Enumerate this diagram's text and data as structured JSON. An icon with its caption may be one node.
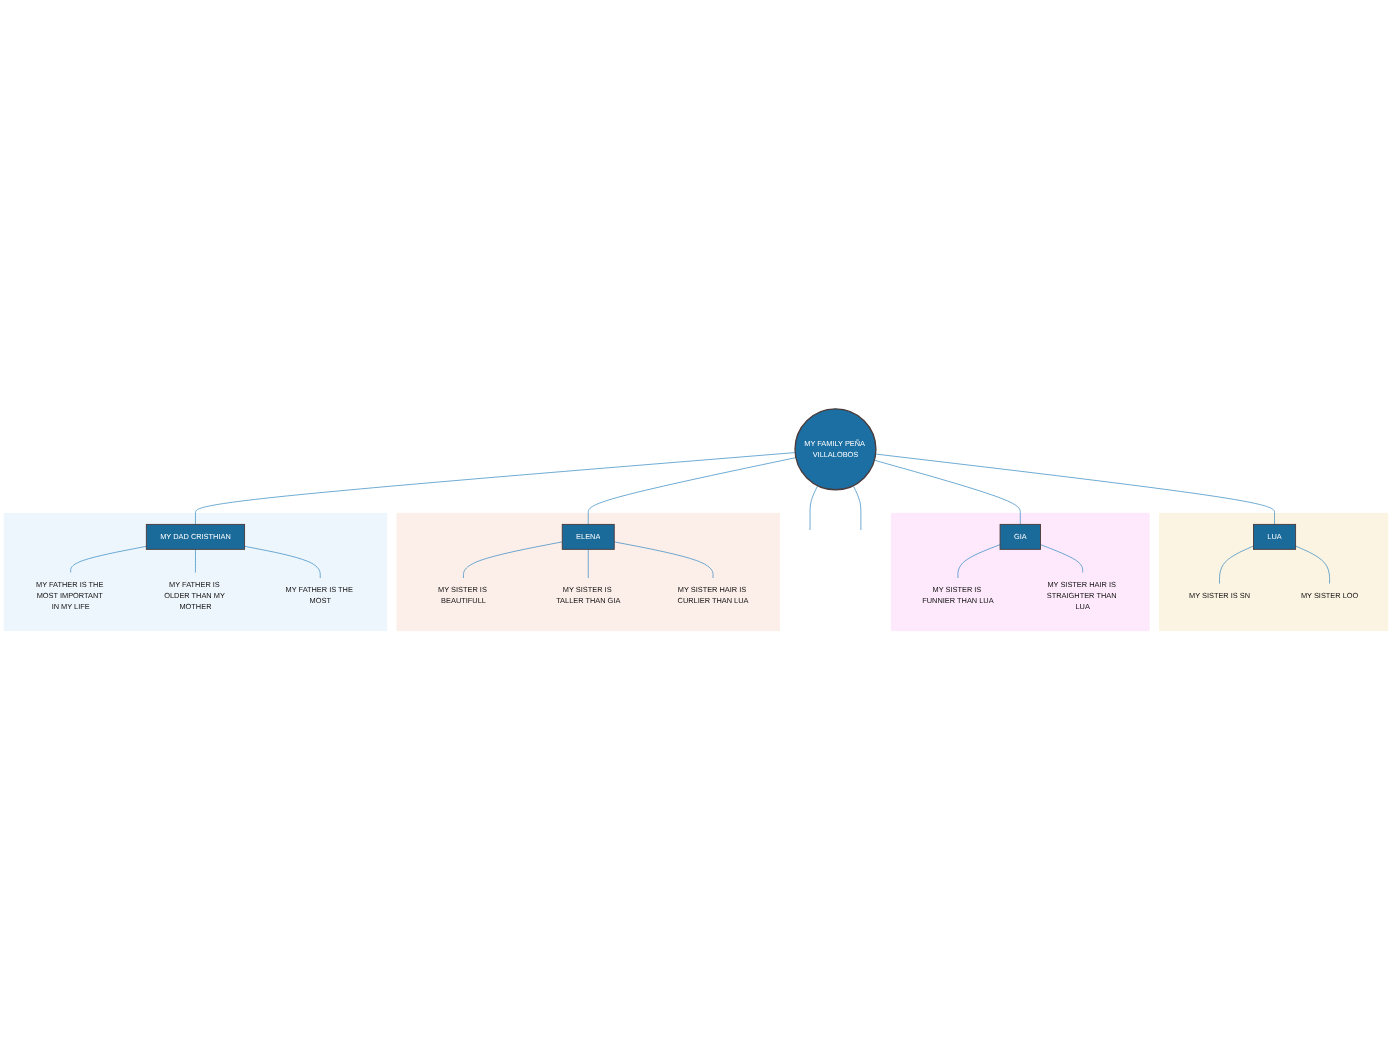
{
  "diagram": {
    "nodes": [
      {
        "text": [
          "MY FAMILY PEÑA VILLALOBOS"
        ]
      },
      {
        "text": [],
        "shape": "box"
      },
      {
        "text": [
          "MY DAD CRISTHIAN"
        ],
        "in": 1
      },
      {
        "text": [
          "MY FATHER IS THE MOST IMPORTANT IN MY LIFE"
        ],
        "in": 1
      },
      {
        "text": [
          "MY FATHER IS OLDER THAN MY MOTHER"
        ],
        "in": 1
      },
      {
        "text": [
          "MY FATHER IS THE MOST"
        ],
        "in": 1
      },
      {
        "text": [],
        "shape": "box"
      },
      {
        "text": [
          "ELENA"
        ],
        "in": 6
      },
      {
        "text": [
          "MY SISTER IS BEAUTIFULL"
        ],
        "in": 6
      },
      {
        "text": [
          "MY SISTER IS TALLER THAN GIA"
        ],
        "in": 6
      },
      {
        "text": [
          "MY SISTER HAIR IS CURLIER THAN LUA"
        ],
        "in": 6
      },
      {
        "text": [],
        "shape": "box"
      },
      {
        "text": [
          "GIA"
        ],
        "in": 11
      },
      {
        "text": [
          "MY SISTER IS FUNNIER THAN LUA"
        ],
        "in": 11
      },
      {
        "text": [
          "MY SISTER HAIR IS STRAIGHTER THAN LUA"
        ],
        "in": 11
      },
      {
        "text": [],
        "shape": "box"
      },
      {
        "text": [
          "LUA"
        ],
        "in": 15
      },
      {
        "text": [
          "MY SISTER IS SN"
        ],
        "in": 15
      },
      {
        "text": [
          "MY SISTER LOO"
        ],
        "in": 15
      }
    ],
    "edges": [
      {
        "from": 0,
        "to": null,
        "arrow": "none"
      },
      {
        "from": 0,
        "to": 2,
        "arrow": "none"
      },
      {
        "from": 0,
        "to": 7,
        "arrow": "none"
      },
      {
        "from": 0,
        "to": 12,
        "arrow": "none"
      },
      {
        "from": 0,
        "to": 16,
        "arrow": "none"
      },
      {
        "from": 0,
        "to": null,
        "arrow": "none"
      },
      {
        "from": 2,
        "to": 3,
        "arrow": "none"
      },
      {
        "from": 2,
        "to": 4,
        "arrow": "none"
      },
      {
        "from": 2,
        "to": 5,
        "arrow": "none"
      },
      {
        "from": 7,
        "to": 8,
        "arrow": "none"
      },
      {
        "from": 7,
        "to": 9,
        "arrow": "none"
      },
      {
        "from": 7,
        "to": 10,
        "arrow": "none"
      },
      {
        "from": 12,
        "to": 13,
        "arrow": "none"
      },
      {
        "from": 12,
        "to": 14,
        "arrow": "none"
      },
      {
        "from": 16,
        "to": 17,
        "arrow": "none"
      },
      {
        "from": 16,
        "to": 18,
        "arrow": "none"
      }
    ]
  }
}
